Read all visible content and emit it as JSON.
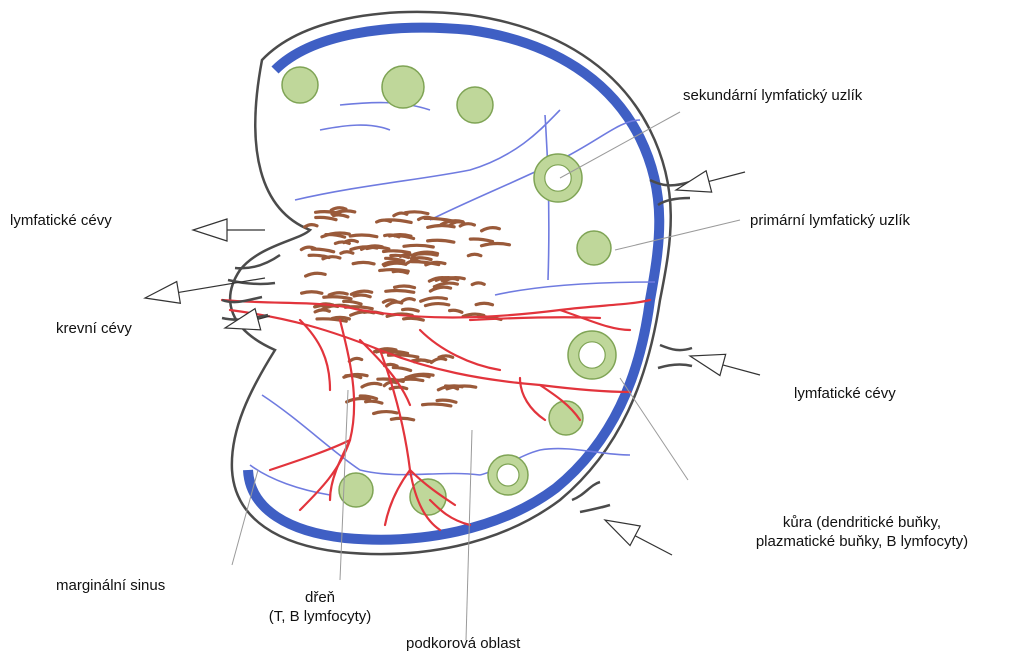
{
  "colors": {
    "capsule": "#4b4b4b",
    "sinus_blue": "#3f5fc4",
    "trabecula": "#6f7be0",
    "follicle_fill": "#bfd79a",
    "follicle_ring": "#7fa455",
    "blood_vessel": "#e2343c",
    "medulla": "#9a5a3a",
    "leader_line": "#9a9a9a"
  },
  "labels": {
    "secondary_follicle": "sekundární lymfatický uzlík",
    "primary_follicle": "primární lymfatický uzlík",
    "lymph_vessels_left": "lymfatické cévy",
    "blood_vessels": "krevní cévy",
    "lymph_vessels_right": "lymfatické cévy",
    "cortex_line1": "kůra (dendritické buňky,",
    "cortex_line2": "plazmatické buňky, B lymfocyty)",
    "marginal_sinus": "marginální sinus",
    "medulla_line1": "dřeň",
    "medulla_line2": "(T, B lymfocyty)",
    "paracortex": "podkorová oblast"
  }
}
